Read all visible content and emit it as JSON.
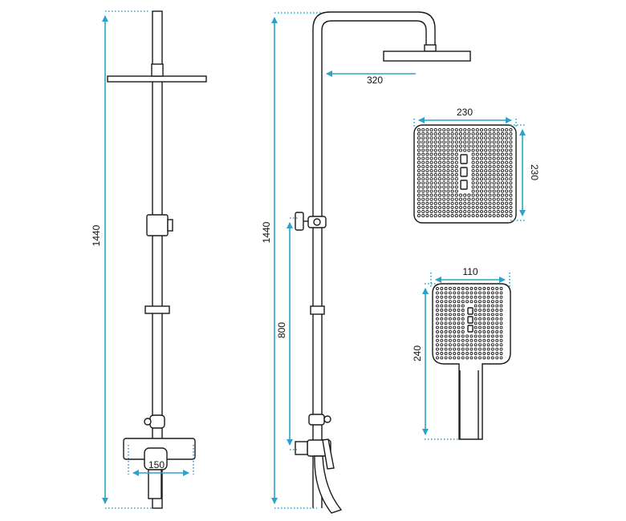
{
  "dimensions": {
    "total_height_front": "1440",
    "total_height_side": "1440",
    "arm_length": "320",
    "mixer_height": "800",
    "spout_width": "150",
    "head_width": "230",
    "head_depth": "230",
    "hand_width": "110",
    "hand_length": "240"
  },
  "colors": {
    "dimension_line": "#2ba3c9",
    "outline": "#1a1a1a",
    "background": "#ffffff"
  }
}
